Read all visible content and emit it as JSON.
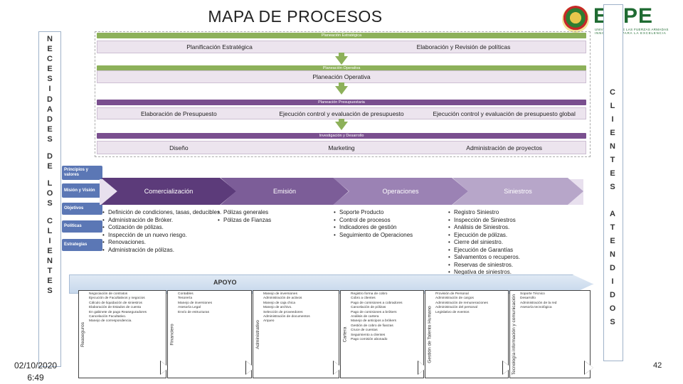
{
  "title": "MAPA DE PROCESOS",
  "logo": {
    "brand": "ESPE",
    "line1": "UNIVERSIDAD DE LAS FUERZAS ARMADAS",
    "line2": "INNOVACIÓN PARA LA EXCELENCIA",
    "seal": "ESPE"
  },
  "left_column": {
    "group1": [
      "N",
      "E",
      "C",
      "E",
      "S",
      "I",
      "D",
      "A",
      "D",
      "E",
      "S"
    ],
    "group2": [
      "D",
      "E"
    ],
    "group3": [
      "L",
      "O",
      "S"
    ],
    "group4": [
      "C",
      "L",
      "I",
      "E",
      "N",
      "T",
      "E",
      "S"
    ]
  },
  "right_column": [
    "C",
    "L",
    "I",
    "E",
    "N",
    "T",
    "E",
    "S",
    "",
    "A",
    "T",
    "E",
    "N",
    "D",
    "I",
    "D",
    "O",
    "S"
  ],
  "strategic": {
    "header1": "Planeación Estratégica",
    "items1": [
      "Planificación Estratégica",
      "Elaboración y Revisión de políticas"
    ],
    "header2": "Planeación Operativa",
    "items2": [
      "Planeación Operativa"
    ],
    "header3": "Planeación Presupuestaria",
    "items3": [
      "Elaboración de Presupuesto",
      "Ejecución control y evaluación de presupuesto",
      "Ejecución control y evaluación de presupuesto global"
    ],
    "header4": "Investigación y Desarrollo",
    "items4": [
      "Diseño",
      "Marketing",
      "Administración de proyectos"
    ]
  },
  "side_buttons": [
    "Principios y valores",
    "Misión y Visión",
    "Objetivos",
    "Políticas",
    "Estrategias"
  ],
  "core": {
    "chevrons": [
      {
        "label": "Comercialización",
        "color": "#5c3b7a"
      },
      {
        "label": "Emisión",
        "color": "#7c5d98"
      },
      {
        "label": "Operaciones",
        "color": "#9b82b4"
      },
      {
        "label": "Siniestros",
        "color": "#b7a6c9"
      }
    ],
    "lists": [
      [
        "Definición de condiciones, tasas, deducibles.",
        "Administración de Bróker.",
        "Cotización de pólizas.",
        "Inspección de un nuevo riesgo.",
        "Renovaciones.",
        "Administración de pólizas."
      ],
      [
        "Pólizas generales",
        "Pólizas de Fianzas"
      ],
      [
        "Soporte Producto",
        "Control de procesos",
        "Indicadores de gestión",
        "Seguimiento de Operaciones"
      ],
      [
        "Registro Siniestro",
        "Inspección de Siniestros",
        "Análisis de Siniestros.",
        "Ejecución de pólizas.",
        "Cierre del siniestro.",
        "Ejecución de Garantías",
        "Salvamentos o recuperos.",
        "Reservas de siniestros.",
        "Negativa de siniestros."
      ]
    ]
  },
  "support": {
    "label": "APOYO",
    "boxes": [
      {
        "name": "Reaseguros",
        "items": [
          "Negociación de contratos",
          "Ejecución de Facultativos y negocios",
          "Cálculo de liquidación de siniestros",
          "Elaboración de Estados de cuenta",
          "En gabinete de pago Reaseguradores",
          "Cancelación Facultativo.",
          "Manejo de correspondencia."
        ]
      },
      {
        "name": "Financiero",
        "items": [
          "Contables",
          "Tesorería",
          "Manejo de inversiones",
          "Asesoría Legal",
          "Envío de estructuras"
        ]
      },
      {
        "name": "Administrativo",
        "items": [
          "Manejo de inversiones",
          "Administración de activos",
          "Manejo de caja chica",
          "Manejo de archivo.",
          "Selección de proveedores",
          "Administración de documentos",
          "Arqueo"
        ]
      },
      {
        "name": "Cartera",
        "items": [
          "Registro forma de cobro",
          "Cobro a clientes",
          "Pago de comisiones a cobradores",
          "Cancelación de pólizas",
          "Pago de comisiones a brókers",
          "Análisis de cartera",
          "Manejo de anticipos a brókers",
          "Gestión de cobro de fianzas",
          "Cruce de cuentas",
          "Seguimiento a clientes",
          "Pago comisión abonado"
        ]
      },
      {
        "name": "Gestión de Talento Humano",
        "items": [
          "Provisión de Personal",
          "Administración de cargos",
          "Administración de remuneraciones",
          "Administración del personal",
          "Legislativo de eventos"
        ]
      },
      {
        "name": "Tecnología información y comunicación",
        "items": [
          "Soporte Técnico",
          "Desarrollo",
          "Administración de la red",
          "Asesoría tecnológica"
        ]
      }
    ]
  },
  "footer": {
    "date": "02/10/2020",
    "time": "6:49",
    "page": "42"
  }
}
